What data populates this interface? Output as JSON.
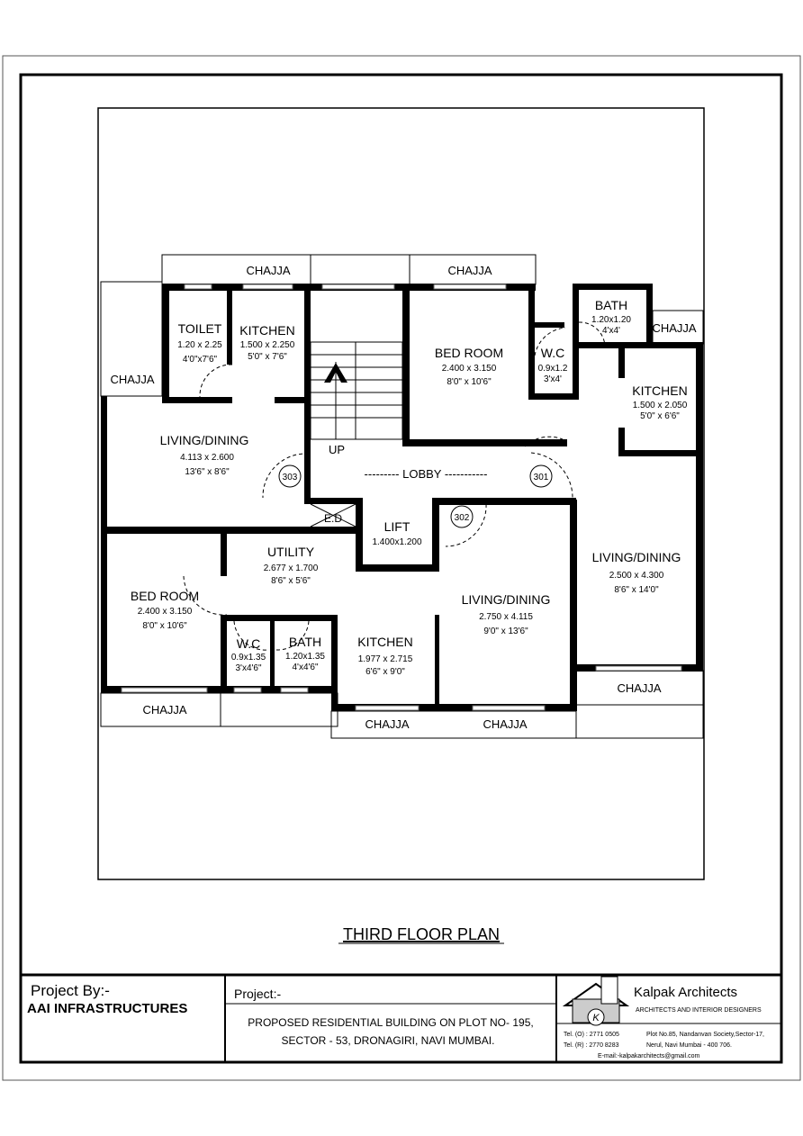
{
  "drawing_title": "THIRD FLOOR PLAN",
  "rooms": {
    "toilet": {
      "name": "TOILET",
      "metric": "1.20 x 2.25",
      "imperial": "4'0\"x7'6\""
    },
    "kitchen_303": {
      "name": "KITCHEN",
      "metric": "1.500 x 2.250",
      "imperial": "5'0\" x 7'6\""
    },
    "living_303": {
      "name": "LIVING/DINING",
      "metric": "4.113 x 2.600",
      "imperial": "13'6\" x 8'6\""
    },
    "bedroom_301": {
      "name": "BED ROOM",
      "metric": "2.400 x 3.150",
      "imperial": "8'0\" x 10'6\""
    },
    "wc_301": {
      "name": "W.C",
      "metric": "0.9x1.2",
      "imperial": "3'x4'"
    },
    "bath_301": {
      "name": "BATH",
      "metric": "1.20x1.20",
      "imperial": "4'x4'"
    },
    "kitchen_301": {
      "name": "KITCHEN",
      "metric": "1.500 x 2.050",
      "imperial": "5'0\" x 6'6\""
    },
    "living_301": {
      "name": "LIVING/DINING",
      "metric": "2.500 x 4.300",
      "imperial": "8'6\" x 14'0\""
    },
    "utility": {
      "name": "UTILITY",
      "metric": "2.677 x 1.700",
      "imperial": "8'6\" x 5'6\""
    },
    "lift": {
      "name": "LIFT",
      "metric": "1.400x1.200"
    },
    "bedroom_302": {
      "name": "BED ROOM",
      "metric": "2.400 x 3.150",
      "imperial": "8'0\" x 10'6\""
    },
    "wc_302": {
      "name": "W.C",
      "metric": "0.9x1.35",
      "imperial": "3'x4'6\""
    },
    "bath_302": {
      "name": "BATH",
      "metric": "1.20x1.35",
      "imperial": "4'x4'6\""
    },
    "kitchen_302": {
      "name": "KITCHEN",
      "metric": "1.977 x 2.715",
      "imperial": "6'6\" x 9'0\""
    },
    "living_302": {
      "name": "LIVING/DINING",
      "metric": "2.750 x 4.115",
      "imperial": "9'0\" x 13'6\""
    }
  },
  "lobby": "--------- LOBBY -----------",
  "stair_label": "UP",
  "ed_label": "E.D",
  "chajja": "CHAJJA",
  "flats": {
    "a": "303",
    "b": "301",
    "c": "302"
  },
  "title_block": {
    "project_by_label": "Project By:-",
    "client": "AAI INFRASTRUCTURES",
    "project_label": "Project:-",
    "project_line1": "PROPOSED  RESIDENTIAL BUILDING  ON  PLOT NO- 195,",
    "project_line2": "SECTOR - 53, DRONAGIRI, NAVI  MUMBAI.",
    "firm_name": "Kalpak  Architects",
    "firm_tagline": "ARCHITECTS  AND  INTERIOR DESIGNERS",
    "tel_office": "Tel. (O) : 2771 0505",
    "tel_res": "Tel. (R) : 2770 8283",
    "address1": "Plot No.85, Nandanvan Society,Sector-17,",
    "address2": "Nerul, Navi Mumbai - 400 706.",
    "email": "E-mail:-kalpakarchitects@gmail.com",
    "logo_letter": "K"
  }
}
